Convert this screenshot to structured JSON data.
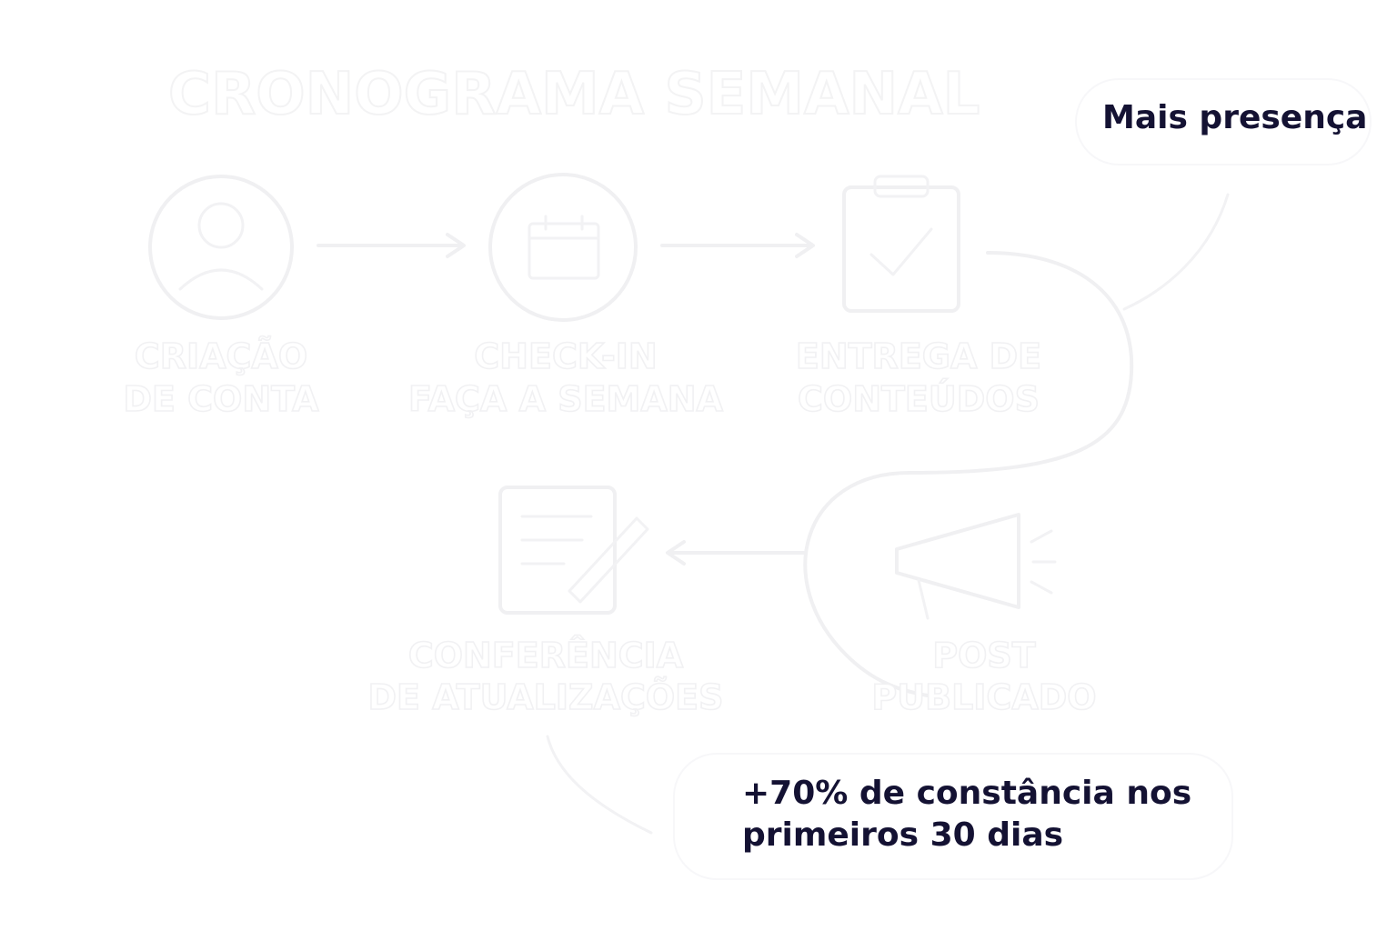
{
  "diagram": {
    "title": "CRONOGRAMA SEMANAL",
    "steps": [
      {
        "icon": "person-icon",
        "line1": "CRIAÇÃO",
        "line2": "DE CONTA"
      },
      {
        "icon": "calendar-icon",
        "line1": "CHECK-IN",
        "line2": "FAÇA A SEMANA"
      },
      {
        "icon": "clipboard-icon",
        "line1": "ENTREGA DE",
        "line2": "CONTEÚDOS"
      },
      {
        "icon": "megaphone-icon",
        "line1": "POST",
        "line2": "PUBLICADO"
      },
      {
        "icon": "report-icon",
        "line1": "CONFERÊNCIA",
        "line2": "DE ATUALIZAÇÕES"
      }
    ]
  },
  "callouts": {
    "presence": "Mais presença",
    "stat_line1": "+70% de constância nos",
    "stat_line2": "primeiros 30 dias"
  },
  "colors": {
    "text": "#141233",
    "ghost_stroke": "#f0f0f2",
    "background": "#ffffff"
  }
}
